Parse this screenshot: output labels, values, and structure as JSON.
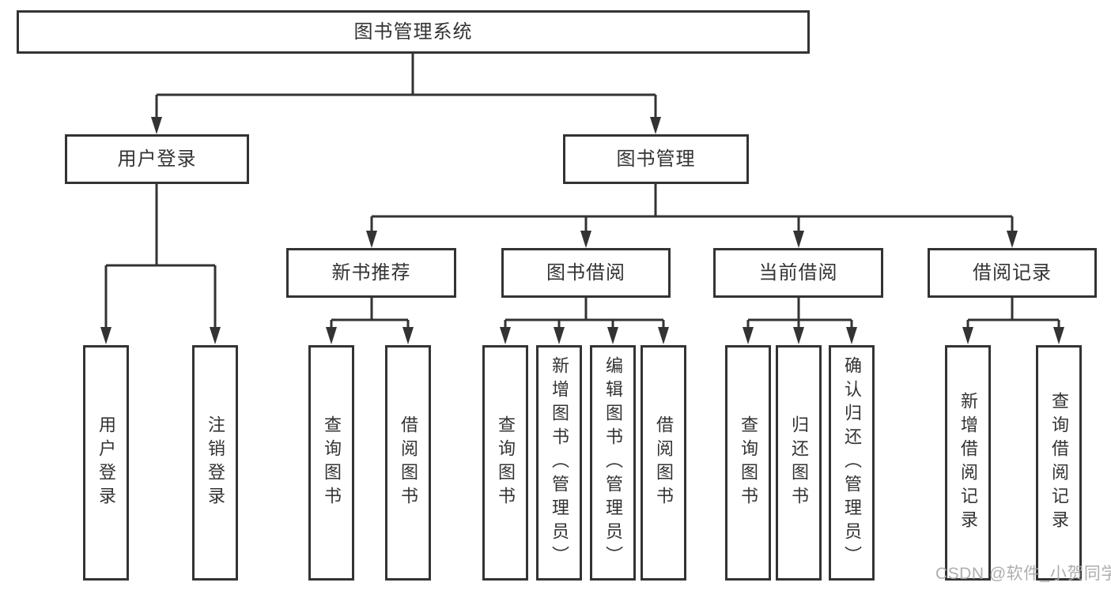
{
  "diagram": {
    "root": {
      "label": "图书管理系统"
    },
    "user_login": {
      "label": "用户登录",
      "children": {
        "login": {
          "label": "用户登录"
        },
        "logout": {
          "label": "注销登录"
        }
      }
    },
    "book_management": {
      "label": "图书管理",
      "new_book": {
        "label": "新书推荐",
        "children": {
          "query": {
            "label": "查询图书"
          },
          "borrow": {
            "label": "借阅图书"
          }
        }
      },
      "borrowing": {
        "label": "图书借阅",
        "children": {
          "query": {
            "label": "查询图书"
          },
          "add": {
            "label": "新增图书（管理员）"
          },
          "edit": {
            "label": "编辑图书（管理员）"
          },
          "borrow": {
            "label": "借阅图书"
          }
        }
      },
      "current": {
        "label": "当前借阅",
        "children": {
          "query": {
            "label": "查询图书"
          },
          "return": {
            "label": "归还图书"
          },
          "confirm": {
            "label": "确认归还（管理员）"
          }
        }
      },
      "records": {
        "label": "借阅记录",
        "children": {
          "add": {
            "label": "新增借阅记录"
          },
          "query": {
            "label": "查询借阅记录"
          }
        }
      }
    }
  },
  "watermark": {
    "text": "CSDN @软件_小贺同学"
  },
  "colors": {
    "line": "#333333",
    "text": "#333333",
    "box_background": "#ffffff",
    "background": "#ffffff",
    "watermark": "#a8a8a8"
  }
}
